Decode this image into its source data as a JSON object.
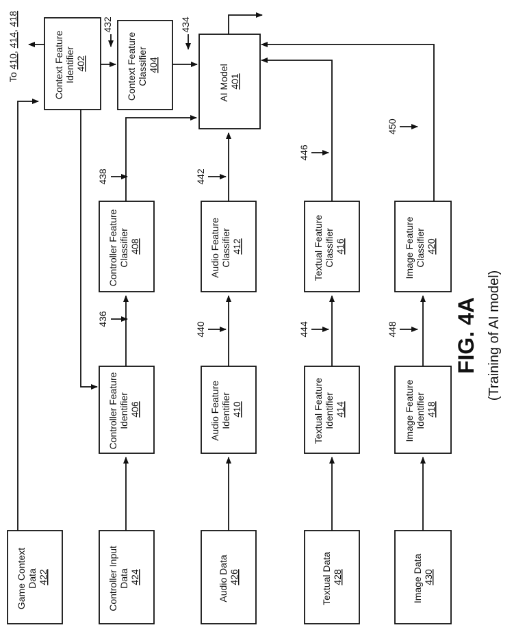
{
  "blocks": {
    "context_identifier": {
      "lines": [
        "Context Feature",
        "Identifier"
      ],
      "ref": "402"
    },
    "context_classifier": {
      "lines": [
        "Context Feature",
        "Classifier"
      ],
      "ref": "404"
    },
    "ai_model": {
      "lines": [
        "AI Model"
      ],
      "ref": "401"
    },
    "controller_identifier": {
      "lines": [
        "Controller Feature",
        "Identifier"
      ],
      "ref": "406"
    },
    "controller_classifier": {
      "lines": [
        "Controller Feature",
        "Classifier"
      ],
      "ref": "408"
    },
    "audio_identifier": {
      "lines": [
        "Audio Feature",
        "Identifier"
      ],
      "ref": "410"
    },
    "audio_classifier": {
      "lines": [
        "Audio Feature",
        "Classifier"
      ],
      "ref": "412"
    },
    "textual_identifier": {
      "lines": [
        "Textual Feature",
        "Identifier"
      ],
      "ref": "414"
    },
    "textual_classifier": {
      "lines": [
        "Textual Feature",
        "Classifier"
      ],
      "ref": "416"
    },
    "image_identifier": {
      "lines": [
        "Image Feature",
        "Identifier"
      ],
      "ref": "418"
    },
    "image_classifier": {
      "lines": [
        "Image Feature",
        "Classifier"
      ],
      "ref": "420"
    },
    "game_context_data": {
      "lines": [
        "Game Context",
        "Data"
      ],
      "ref": "422"
    },
    "controller_input_data": {
      "lines": [
        "Controller Input",
        "Data"
      ],
      "ref": "424"
    },
    "audio_data": {
      "lines": [
        "Audio Data"
      ],
      "ref": "426"
    },
    "textual_data": {
      "lines": [
        "Textual Data"
      ],
      "ref": "428"
    },
    "image_data": {
      "lines": [
        "Image Data"
      ],
      "ref": "430"
    }
  },
  "output_note": {
    "prefix": "To ",
    "refs": [
      "410",
      "414",
      "418"
    ],
    "separator": ", "
  },
  "arrow_labels": {
    "a432": "432",
    "a434": "434",
    "a436": "436",
    "a438": "438",
    "a440": "440",
    "a442": "442",
    "a444": "444",
    "a446": "446",
    "a448": "448",
    "a450": "450"
  },
  "figure": {
    "title": "FIG. 4A",
    "subtitle": "(Training of AI model)"
  }
}
